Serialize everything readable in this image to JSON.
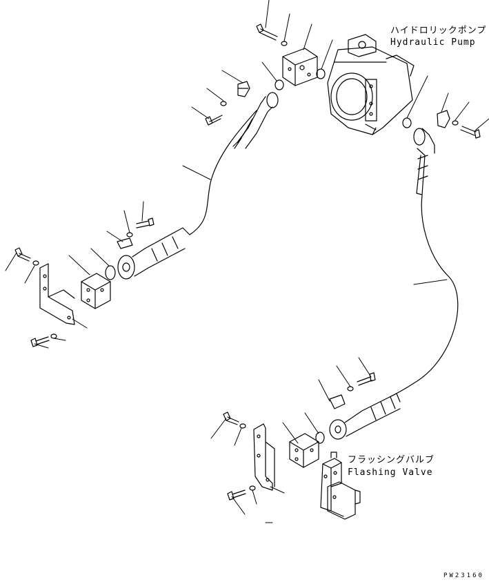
{
  "labels": {
    "pump_jp": "ハイドロリックポンプ",
    "pump_en": "Hydraulic Pump",
    "valve_jp": "フラッシングバルブ",
    "valve_en": "Flashing Valve"
  },
  "drawing_code": "PW23160"
}
